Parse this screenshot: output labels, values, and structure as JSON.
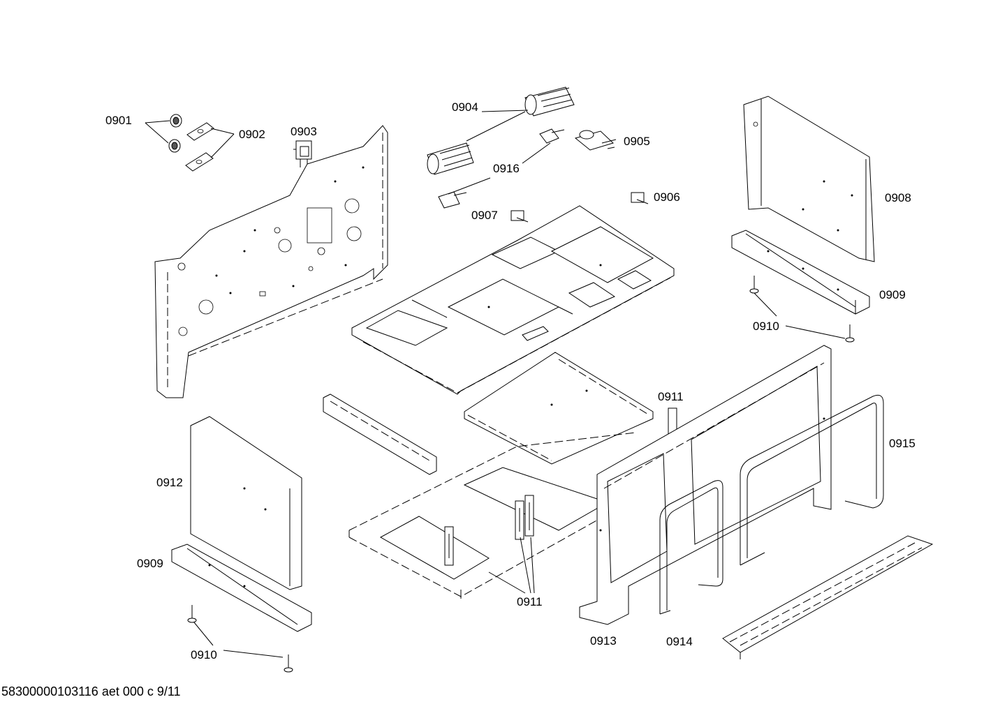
{
  "labels": {
    "p0901": "0901",
    "p0902": "0902",
    "p0903": "0903",
    "p0904": "0904",
    "p0905": "0905",
    "p0906": "0906",
    "p0907": "0907",
    "p0908": "0908",
    "p0909_right": "0909",
    "p0909_left": "0909",
    "p0910_right": "0910",
    "p0910_left": "0910",
    "p0911_top": "0911",
    "p0911_bottom": "0911",
    "p0912": "0912",
    "p0913": "0913",
    "p0914": "0914",
    "p0915": "0915",
    "p0916": "0916"
  },
  "footer": {
    "document_id": "58300000103116 aet 000 c 9/11"
  }
}
